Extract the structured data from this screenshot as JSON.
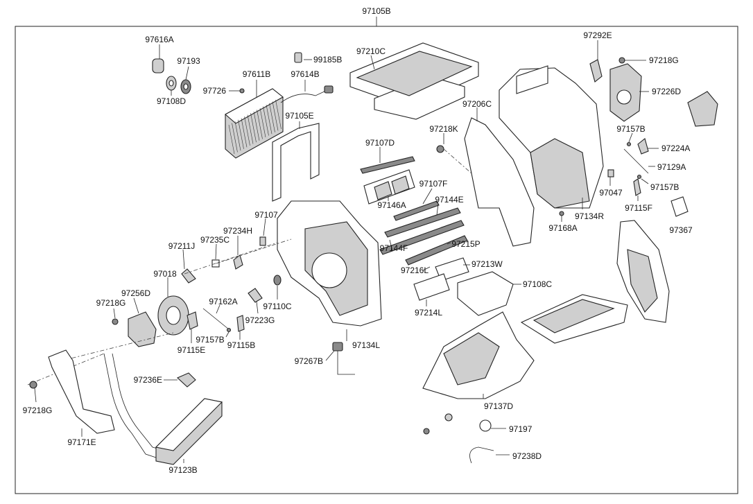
{
  "diagram": {
    "labels": {
      "p97105B": "97105B",
      "p97616A": "97616A",
      "p97193": "97193",
      "p97108D": "97108D",
      "p97726": "97726",
      "p97611B": "97611B",
      "p97614B": "97614B",
      "p99185B": "99185B",
      "p97210C": "97210C",
      "p97292E": "97292E",
      "p97218G_a": "97218G",
      "p97226D": "97226D",
      "p97105E": "97105E",
      "p97206C": "97206C",
      "p97157B_a": "97157B",
      "p97218K": "97218K",
      "p97224A": "97224A",
      "p97107D": "97107D",
      "p97129A": "97129A",
      "p97107F": "97107F",
      "p97047": "97047",
      "p97157B_b": "97157B",
      "p97146A": "97146A",
      "p97144E": "97144E",
      "p97115F": "97115F",
      "p97134R": "97134R",
      "p97168A": "97168A",
      "p97367": "97367",
      "p97107": "97107",
      "p97234H": "97234H",
      "p97144F": "97144F",
      "p97215P": "97215P",
      "p97211J": "97211J",
      "p97235C": "97235C",
      "p97213W": "97213W",
      "p97216L": "97216L",
      "p97018": "97018",
      "p97108C": "97108C",
      "p97256D": "97256D",
      "p97162A": "97162A",
      "p97214L": "97214L",
      "p97218G_b": "97218G",
      "p97110C": "97110C",
      "p97223G": "97223G",
      "p97157B_c": "97157B",
      "p97115B": "97115B",
      "p97115E": "97115E",
      "p97134L": "97134L",
      "p97267B": "97267B",
      "p97236E": "97236E",
      "p97137D": "97137D",
      "p97218G_c": "97218G",
      "p97197": "97197",
      "p97171E": "97171E",
      "p97238D": "97238D",
      "p97123B": "97123B"
    }
  }
}
